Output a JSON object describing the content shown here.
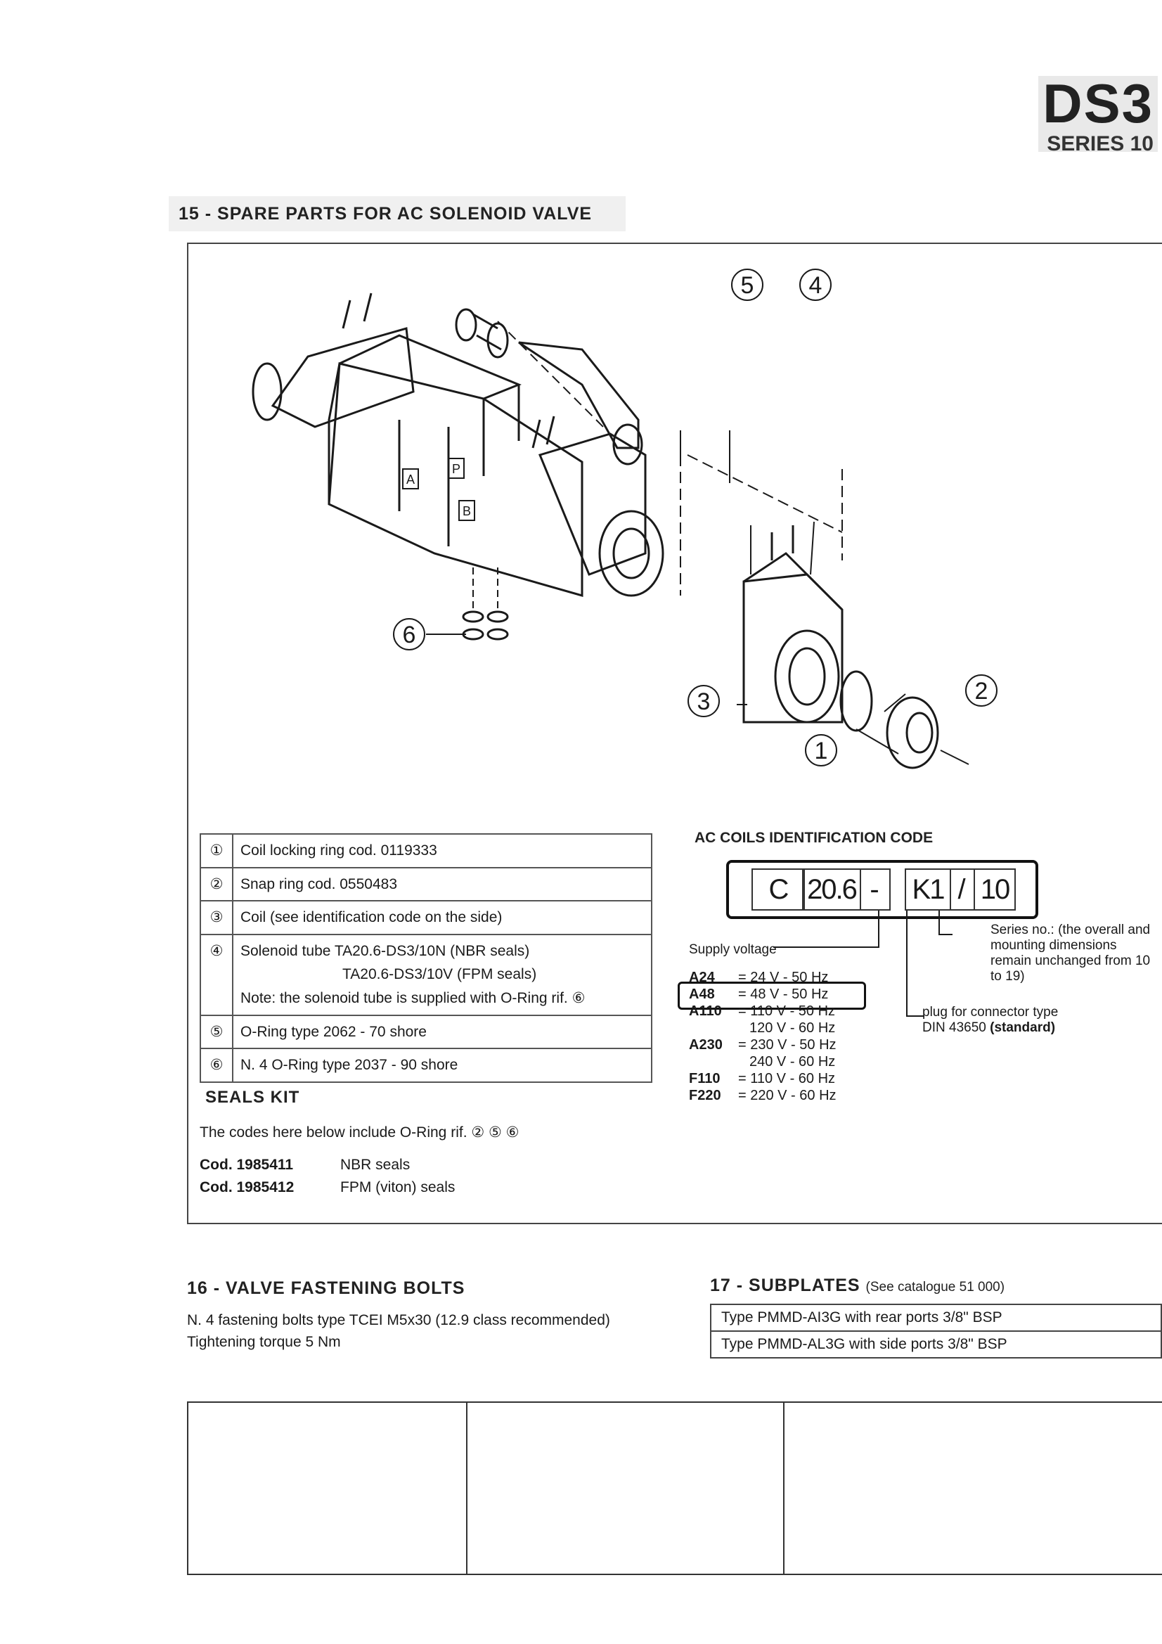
{
  "header": {
    "series": "DS3",
    "subseries": "SERIES 10"
  },
  "section15": {
    "title": "15 - SPARE PARTS FOR AC SOLENOID VALVE",
    "callouts": [
      "1",
      "2",
      "3",
      "4",
      "5",
      "6"
    ],
    "port_labels": [
      "P",
      "A",
      "B"
    ],
    "parts": [
      {
        "num": "①",
        "lines": [
          "Coil locking ring cod. 0119333"
        ]
      },
      {
        "num": "②",
        "lines": [
          "Snap ring cod. 0550483"
        ]
      },
      {
        "num": "③",
        "lines": [
          "Coil (see identification code on the side)"
        ]
      },
      {
        "num": "④",
        "lines": [
          "Solenoid tube TA20.6-DS3/10N (NBR seals)",
          "TA20.6-DS3/10V (FPM seals)",
          "Note: the solenoid tube is supplied with O-Ring rif. ⑥"
        ]
      },
      {
        "num": "⑤",
        "lines": [
          "O-Ring type 2062  - 70 shore"
        ]
      },
      {
        "num": "⑥",
        "lines": [
          "N. 4 O-Ring type 2037  - 90 shore"
        ]
      }
    ],
    "seals_kit": {
      "title": "SEALS KIT",
      "intro": "The codes here below  include O-Ring rif. ②  ⑤  ⑥",
      "items": [
        {
          "code": "Cod. 1985411",
          "desc": "NBR seals"
        },
        {
          "code": "Cod. 1985412",
          "desc": "FPM (viton) seals"
        }
      ]
    },
    "ac_coils": {
      "title": "AC COILS IDENTIFICATION CODE",
      "code_cells": [
        "C",
        "20.6",
        "-",
        "K1",
        "/",
        "10"
      ],
      "supply_label": "Supply voltage",
      "voltages": [
        {
          "code": "A24",
          "value": "=  24 V - 50 Hz"
        },
        {
          "code": "A48",
          "value": "=  48 V - 50 Hz"
        },
        {
          "code": "A110",
          "value": "= 110 V - 50 Hz"
        },
        {
          "code": "",
          "value": "120 V - 60 Hz"
        },
        {
          "code": "A230",
          "value": "= 230 V - 50 Hz"
        },
        {
          "code": "",
          "value": "240 V - 60 Hz"
        },
        {
          "code": "F110",
          "value": "= 110 V - 60 Hz"
        },
        {
          "code": "F220",
          "value": "= 220 V - 60 Hz"
        }
      ],
      "series_note": "Series no.: (the overall and mounting dimensions remain unchanged from 10 to 19)",
      "plug_note": "plug for connector type",
      "plug_note2": "DIN 43650",
      "plug_note3": "(standard)"
    }
  },
  "section16": {
    "title": "16 - VALVE FASTENING BOLTS",
    "line1": "N. 4 fastening bolts type TCEI M5x30 (12.9 class recommended)",
    "line2": "Tightening torque 5 Nm"
  },
  "section17": {
    "title": "17 - SUBPLATES",
    "title_note": "(See catalogue 51 000)",
    "rows": [
      "Type PMMD-AI3G with rear ports 3/8\" BSP",
      "Type PMMD-AL3G with side ports  3/8\" BSP"
    ]
  },
  "colors": {
    "ink": "#1a1a1a",
    "shadow": "#e9e9e9"
  }
}
